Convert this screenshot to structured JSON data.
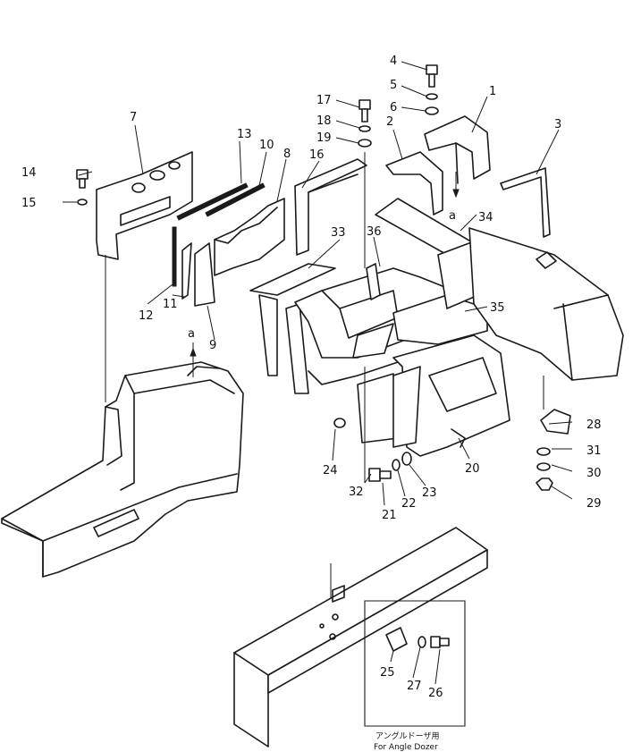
{
  "callouts": [
    {
      "id": "1",
      "label": "1"
    },
    {
      "id": "2",
      "label": "2"
    },
    {
      "id": "3",
      "label": "3"
    },
    {
      "id": "4",
      "label": "4"
    },
    {
      "id": "5",
      "label": "5"
    },
    {
      "id": "6",
      "label": "6"
    },
    {
      "id": "7",
      "label": "7"
    },
    {
      "id": "8",
      "label": "8"
    },
    {
      "id": "9",
      "label": "9"
    },
    {
      "id": "10",
      "label": "10"
    },
    {
      "id": "11",
      "label": "11"
    },
    {
      "id": "12",
      "label": "12"
    },
    {
      "id": "13",
      "label": "13"
    },
    {
      "id": "14",
      "label": "14"
    },
    {
      "id": "15",
      "label": "15"
    },
    {
      "id": "16",
      "label": "16"
    },
    {
      "id": "17",
      "label": "17"
    },
    {
      "id": "18",
      "label": "18"
    },
    {
      "id": "19",
      "label": "19"
    },
    {
      "id": "20",
      "label": "20"
    },
    {
      "id": "21",
      "label": "21"
    },
    {
      "id": "22",
      "label": "22"
    },
    {
      "id": "23",
      "label": "23"
    },
    {
      "id": "24",
      "label": "24"
    },
    {
      "id": "25",
      "label": "25"
    },
    {
      "id": "26",
      "label": "26"
    },
    {
      "id": "27",
      "label": "27"
    },
    {
      "id": "28",
      "label": "28"
    },
    {
      "id": "29",
      "label": "29"
    },
    {
      "id": "30",
      "label": "30"
    },
    {
      "id": "31",
      "label": "31"
    },
    {
      "id": "32",
      "label": "32"
    },
    {
      "id": "33",
      "label": "33"
    },
    {
      "id": "34",
      "label": "34"
    },
    {
      "id": "35",
      "label": "35"
    },
    {
      "id": "36",
      "label": "36"
    }
  ],
  "reference_marks": {
    "a_top": "a",
    "a_left": "a"
  },
  "inset": {
    "caption_jp": "アングルドーザ用",
    "caption_en": "For Angle Dozer"
  }
}
